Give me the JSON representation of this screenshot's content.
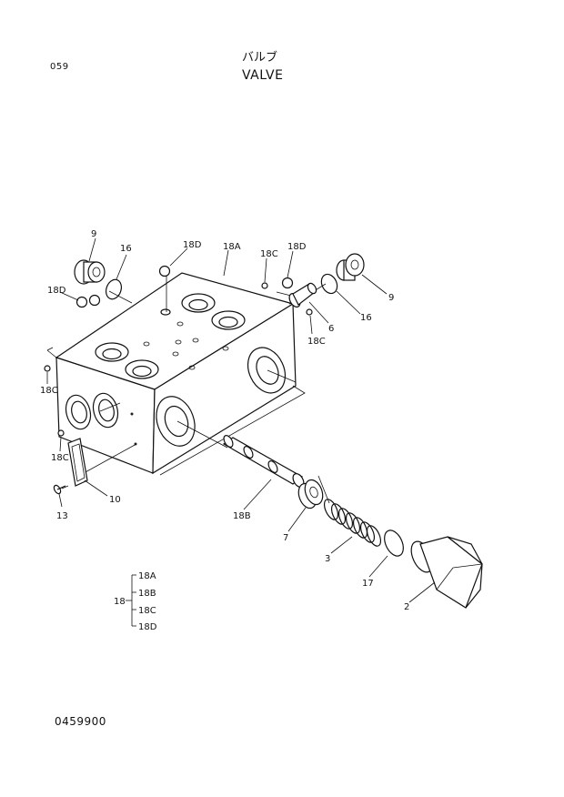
{
  "header": {
    "page_code": "059",
    "title_jp": "バルブ",
    "title_en": "VALVE"
  },
  "footer": {
    "drawing_number": "0459900"
  },
  "callouts": {
    "c9_left": "9",
    "c16_left": "16",
    "c18d_top": "18D",
    "c18a": "18A",
    "c18c_top": "18C",
    "c18d_right": "18D",
    "c18d_left": "18D",
    "c9_right": "9",
    "c16_right": "16",
    "c6": "6",
    "c18c_right": "18C",
    "c18c_left": "18C",
    "c18c_lower": "18C",
    "c10": "10",
    "c13": "13",
    "c18b": "18B",
    "c7": "7",
    "c3": "3",
    "c17": "17",
    "c2": "2"
  },
  "legend": {
    "parent": "18",
    "children": [
      "18A",
      "18B",
      "18C",
      "18D"
    ]
  }
}
